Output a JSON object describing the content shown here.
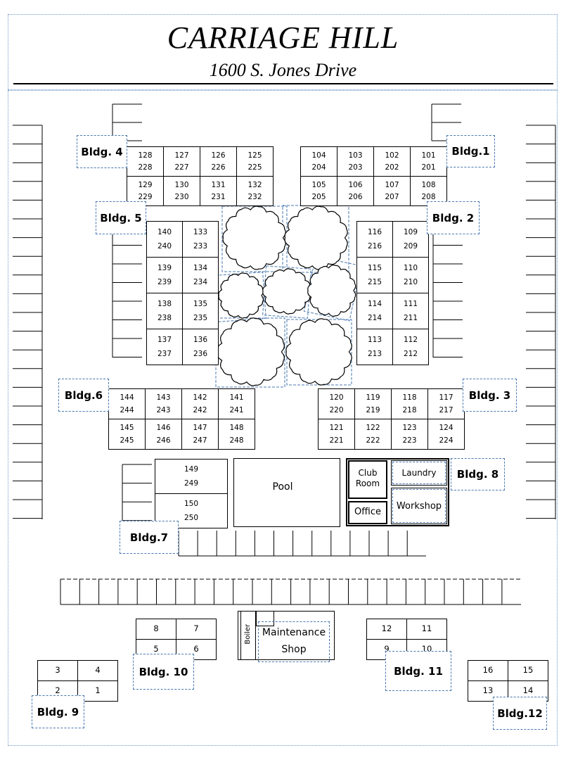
{
  "header": {
    "title": "CARRIAGE HILL",
    "address": "1600 S. Jones  Drive"
  },
  "buildings": [
    {
      "label": "Bldg. 4",
      "units": [
        [
          "128",
          "228"
        ],
        [
          "127",
          "227"
        ],
        [
          "126",
          "226"
        ],
        [
          "125",
          "225"
        ],
        [
          "129",
          "229"
        ],
        [
          "130",
          "230"
        ],
        [
          "131",
          "231"
        ],
        [
          "132",
          "232"
        ]
      ]
    },
    {
      "label": "Bldg.1",
      "units": [
        [
          "104",
          "204"
        ],
        [
          "103",
          "203"
        ],
        [
          "102",
          "202"
        ],
        [
          "101",
          "201"
        ],
        [
          "105",
          "205"
        ],
        [
          "106",
          "206"
        ],
        [
          "107",
          "207"
        ],
        [
          "108",
          "208"
        ]
      ]
    },
    {
      "label": "Bldg. 5",
      "units": [
        [
          "140",
          "240"
        ],
        [
          "133",
          "233"
        ],
        [
          "139",
          "239"
        ],
        [
          "134",
          "234"
        ],
        [
          "138",
          "238"
        ],
        [
          "135",
          "235"
        ],
        [
          "137",
          "237"
        ],
        [
          "136",
          "236"
        ]
      ]
    },
    {
      "label": "Bldg. 2",
      "units": [
        [
          "116",
          "216"
        ],
        [
          "109",
          "209"
        ],
        [
          "115",
          "215"
        ],
        [
          "110",
          "210"
        ],
        [
          "114",
          "214"
        ],
        [
          "111",
          "211"
        ],
        [
          "113",
          "213"
        ],
        [
          "112",
          "212"
        ]
      ]
    },
    {
      "label": "Bldg.6",
      "units": [
        [
          "144",
          "244"
        ],
        [
          "143",
          "243"
        ],
        [
          "142",
          "242"
        ],
        [
          "141",
          "241"
        ],
        [
          "145",
          "245"
        ],
        [
          "146",
          "246"
        ],
        [
          "147",
          "247"
        ],
        [
          "148",
          "248"
        ]
      ]
    },
    {
      "label": "Bldg. 3",
      "units": [
        [
          "120",
          "220"
        ],
        [
          "119",
          "219"
        ],
        [
          "118",
          "218"
        ],
        [
          "117",
          "217"
        ],
        [
          "121",
          "221"
        ],
        [
          "122",
          "222"
        ],
        [
          "123",
          "223"
        ],
        [
          "124",
          "224"
        ]
      ]
    },
    {
      "label": "Bldg.7",
      "units": [
        [
          "149",
          "249"
        ],
        [
          "150",
          "250"
        ]
      ]
    },
    {
      "label": "Bldg. 10",
      "units": [
        [
          "8"
        ],
        [
          "7"
        ],
        [
          "5"
        ],
        [
          "6"
        ]
      ]
    },
    {
      "label": "Bldg. 11",
      "units": [
        [
          "12"
        ],
        [
          "11"
        ],
        [
          "9"
        ],
        [
          "10"
        ]
      ]
    },
    {
      "label": "Bldg. 9",
      "units": [
        [
          "3"
        ],
        [
          "4"
        ],
        [
          "2"
        ],
        [
          "1"
        ]
      ]
    },
    {
      "label": "Bldg.12",
      "units": [
        [
          "16"
        ],
        [
          "15"
        ],
        [
          "13"
        ],
        [
          "14"
        ]
      ]
    }
  ],
  "amenities": {
    "pool": "Pool",
    "bldg8_label": "Bldg. 8",
    "club_room": "Club\nRoom",
    "laundry": "Laundry",
    "office": "Office",
    "workshop": "Workshop",
    "maintenance": "Maintenance\nShop",
    "boiler": "Boiler"
  }
}
